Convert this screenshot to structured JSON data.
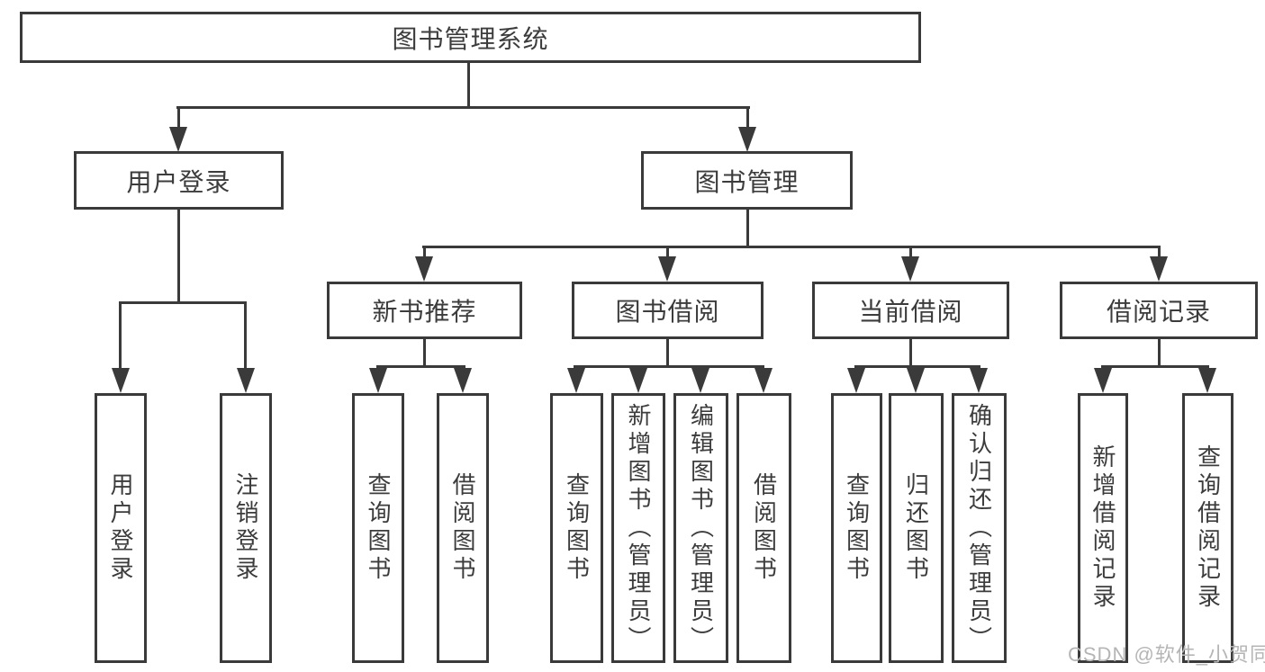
{
  "tree": {
    "root": "图书管理系统",
    "branches": {
      "login": "用户登录",
      "management": "图书管理"
    },
    "modules": [
      "新书推荐",
      "图书借阅",
      "当前借阅",
      "借阅记录"
    ],
    "leaves": {
      "login": [
        "用户登录",
        "注销登录"
      ],
      "recommend": [
        "查询图书",
        "借阅图书"
      ],
      "borrow": [
        "查询图书",
        "新增图书（管理员）",
        "编辑图书（管理员）",
        "借阅图书"
      ],
      "current": [
        "查询图书",
        "归还图书",
        "确认归还（管理员）"
      ],
      "records": [
        "新增借阅记录",
        "查询借阅记录"
      ]
    }
  },
  "watermark": "CSDN @软件_小贺同学",
  "colors": {
    "line": "#3a3a3a",
    "text": "#3c3c3c",
    "watermark": "#b5b5b5",
    "background": "#ffffff"
  }
}
